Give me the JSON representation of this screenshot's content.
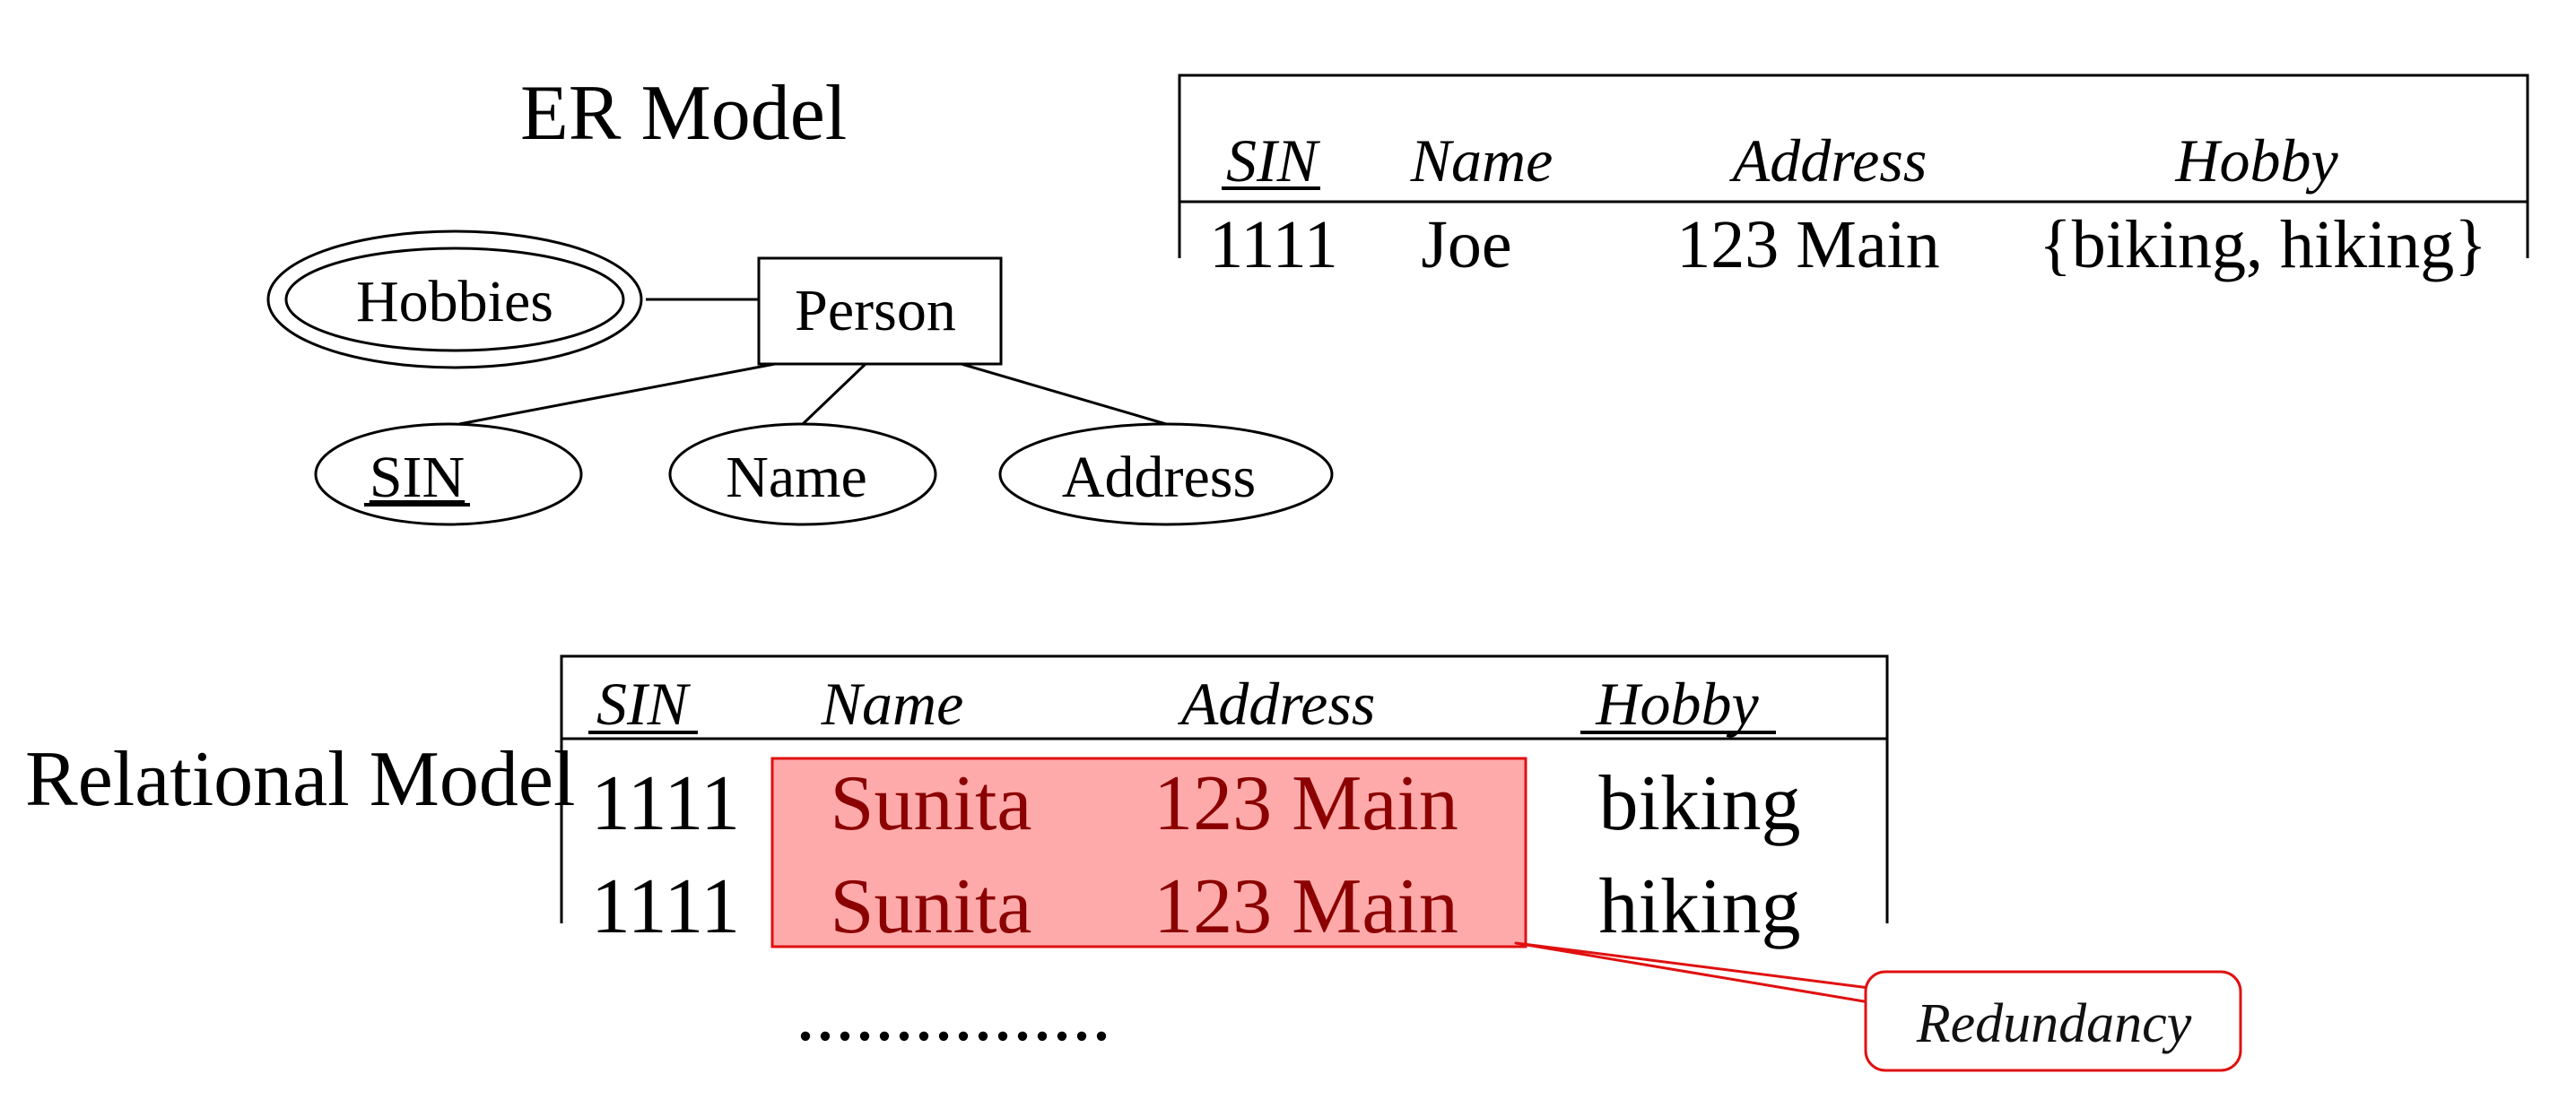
{
  "titles": {
    "er": "ER Model",
    "relational": "Relational Model"
  },
  "er_diagram": {
    "entity": "Person",
    "multivalued_attribute": "Hobbies",
    "key_attribute": "SIN",
    "attributes": [
      "Name",
      "Address"
    ]
  },
  "er_table": {
    "headers": [
      "SIN",
      "Name",
      "Address",
      "Hobby"
    ],
    "row": [
      "1111",
      "Joe",
      "123 Main",
      "{biking, hiking}"
    ]
  },
  "relational_table": {
    "headers": [
      "SIN",
      "Name",
      "Address",
      "Hobby"
    ],
    "rows": [
      [
        "1111",
        "Sunita",
        "123 Main",
        "biking"
      ],
      [
        "1111",
        "Sunita",
        "123 Main",
        "hiking"
      ]
    ],
    "continuation": "................"
  },
  "highlight": {
    "fill": "#ffaaaa",
    "stroke": "#e01010",
    "text_color": "#8b0000"
  },
  "callout": "Redundancy"
}
